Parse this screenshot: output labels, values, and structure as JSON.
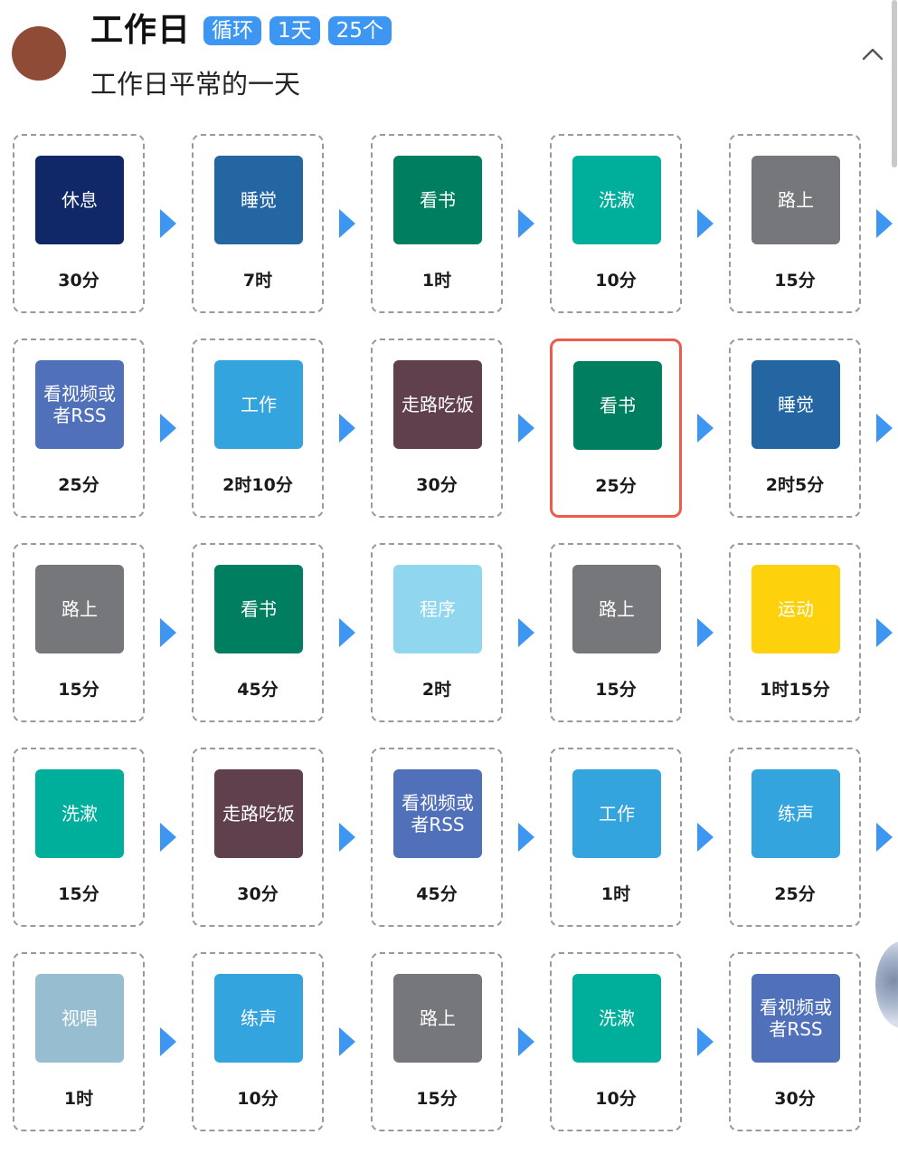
{
  "header": {
    "title": "工作日",
    "tags": [
      "循环",
      "1天",
      "25个"
    ],
    "subtitle": "工作日平常的一天"
  },
  "icons": {
    "collapse": "chevron-up-icon",
    "arrow": "triangle-right-icon"
  },
  "colors": {
    "tag": "#3d97f2",
    "arrow": "#3d97f2",
    "selected_border": "#ec5c4e",
    "avatar": "#8f4b36"
  },
  "items": [
    {
      "name": "休息",
      "duration": "30分",
      "color": "#112868"
    },
    {
      "name": "睡觉",
      "duration": "7时",
      "color": "#2466a2"
    },
    {
      "name": "看书",
      "duration": "1时",
      "color": "#007f60"
    },
    {
      "name": "洗漱",
      "duration": "10分",
      "color": "#00ae9c"
    },
    {
      "name": "路上",
      "duration": "15分",
      "color": "#76777b"
    },
    {
      "name": "看视频或者RSS",
      "duration": "25分",
      "color": "#5071ba"
    },
    {
      "name": "工作",
      "duration": "2时10分",
      "color": "#34a4de"
    },
    {
      "name": "走路吃饭",
      "duration": "30分",
      "color": "#61404e"
    },
    {
      "name": "看书",
      "duration": "25分",
      "color": "#007f60",
      "selected": true
    },
    {
      "name": "睡觉",
      "duration": "2时5分",
      "color": "#2466a2"
    },
    {
      "name": "路上",
      "duration": "15分",
      "color": "#76777b"
    },
    {
      "name": "看书",
      "duration": "45分",
      "color": "#007f60"
    },
    {
      "name": "程序",
      "duration": "2时",
      "color": "#8fd6ee"
    },
    {
      "name": "路上",
      "duration": "15分",
      "color": "#76777b"
    },
    {
      "name": "运动",
      "duration": "1时15分",
      "color": "#fdd10b"
    },
    {
      "name": "洗漱",
      "duration": "15分",
      "color": "#00ae9c"
    },
    {
      "name": "走路吃饭",
      "duration": "30分",
      "color": "#61404e"
    },
    {
      "name": "看视频或者RSS",
      "duration": "45分",
      "color": "#5071ba"
    },
    {
      "name": "工作",
      "duration": "1时",
      "color": "#34a4de"
    },
    {
      "name": "练声",
      "duration": "25分",
      "color": "#34a4de"
    },
    {
      "name": "视唱",
      "duration": "1时",
      "color": "#96bdd0"
    },
    {
      "name": "练声",
      "duration": "10分",
      "color": "#34a4de"
    },
    {
      "name": "路上",
      "duration": "15分",
      "color": "#76777b"
    },
    {
      "name": "洗漱",
      "duration": "10分",
      "color": "#00ae9c"
    },
    {
      "name": "看视频或者RSS",
      "duration": "30分",
      "color": "#5071ba"
    }
  ]
}
